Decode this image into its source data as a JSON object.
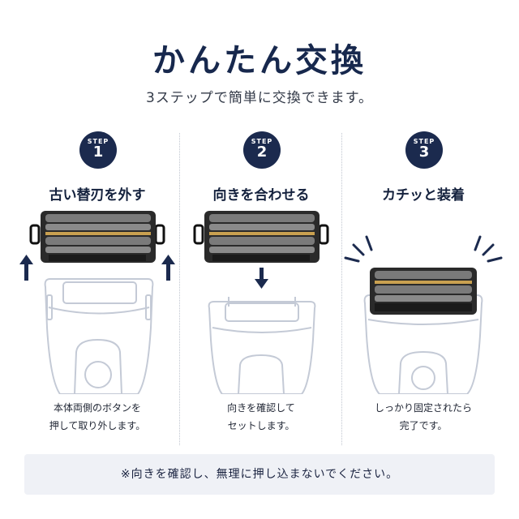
{
  "header": {
    "title": "かんたん交換",
    "subtitle": "3ステップで簡単に交換できます。"
  },
  "steps": [
    {
      "label": "STEP",
      "number": "1",
      "title": "古い替刃を外す",
      "desc_lines": [
        "本体両側のボタンを",
        "押して取り外します。"
      ]
    },
    {
      "label": "STEP",
      "number": "2",
      "title": "向きを合わせる",
      "desc_lines": [
        "向きを確認して",
        "セットします。"
      ]
    },
    {
      "label": "STEP",
      "number": "3",
      "title": "カチッと装着",
      "desc_lines": [
        "しっかり固定されたら",
        "完了です。"
      ]
    }
  ],
  "note": {
    "text": "※向きを確認し、無理に押し込まないでください。"
  },
  "colors": {
    "navy": "#1b2a4e",
    "note_bg": "#eff1f6",
    "gold": "#c9a050"
  },
  "icons": [
    "arrow-up-icon",
    "arrow-down-icon",
    "click-burst-icon"
  ]
}
